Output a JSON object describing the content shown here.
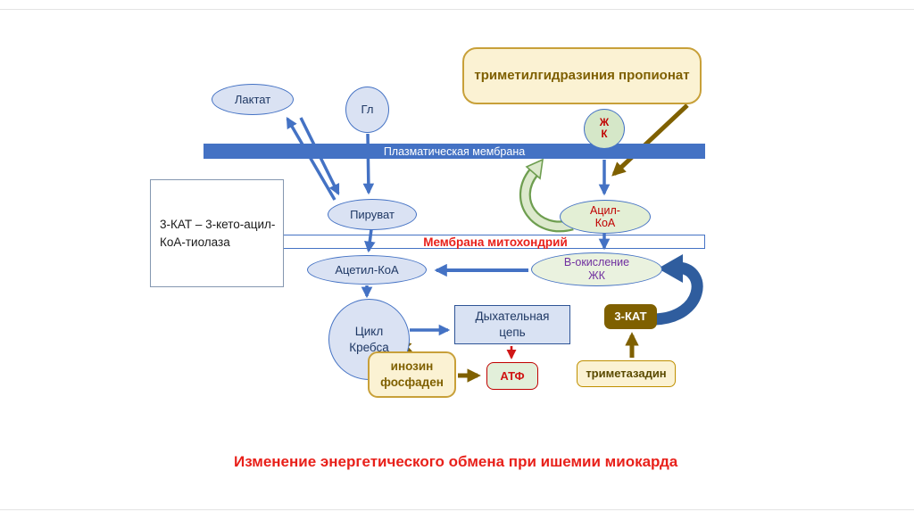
{
  "title": {
    "text": "Изменение энергетического обмена при ишемии миокарда",
    "color": "#ed2024"
  },
  "colors": {
    "arrow_blue": "#4472c4",
    "arrow_gold": "#7f6000",
    "arrow_red": "#d01717",
    "curve_blue": "#2f5d9e",
    "green_arrow_fill": "#dce9cc",
    "green_arrow_stroke": "#6e9e50",
    "membrane_blue": "#4472c4",
    "light_blue_fill": "#dae2f3",
    "light_green_fill": "#e3efd5",
    "cream_fill": "#fbf2d3",
    "purple_text": "#7030a0",
    "dark_red_text": "#c00000",
    "navy_text": "#1f3864"
  },
  "nodes": {
    "drug": {
      "label": "триметилгидразиния пропионат"
    },
    "lactate": {
      "label": "Лактат"
    },
    "glucose": {
      "label": "Гл"
    },
    "plasma_membrane": {
      "label": "Плазматическая мембрана"
    },
    "fatty_acids": {
      "line1": "Ж",
      "line2": "К"
    },
    "legend": {
      "line1": "3-КАТ – 3-кето-ацил-",
      "line2": "КоА-тиолаза"
    },
    "pyruvate": {
      "label": "Пируват"
    },
    "acyl_coa": {
      "line1": "Ацил-",
      "line2": "КоА"
    },
    "mito_membrane": {
      "label": "Мембрана митохондрий"
    },
    "acetyl_coa": {
      "label": "Ацетил-КоА"
    },
    "beta_oxidation": {
      "line1": "В-окисление",
      "line2": "ЖК"
    },
    "krebs_cycle": {
      "line1": "Цикл",
      "line2": "Кребса"
    },
    "respiratory_chain": {
      "line1": "Дыхательная",
      "line2": "цепь"
    },
    "kat3": {
      "label": "3-КАТ"
    },
    "inosine": {
      "line1": "инозин",
      "line2": "фосфаден"
    },
    "atp": {
      "label": "АТФ"
    },
    "trimetazidine": {
      "label": "триметазадин"
    }
  }
}
